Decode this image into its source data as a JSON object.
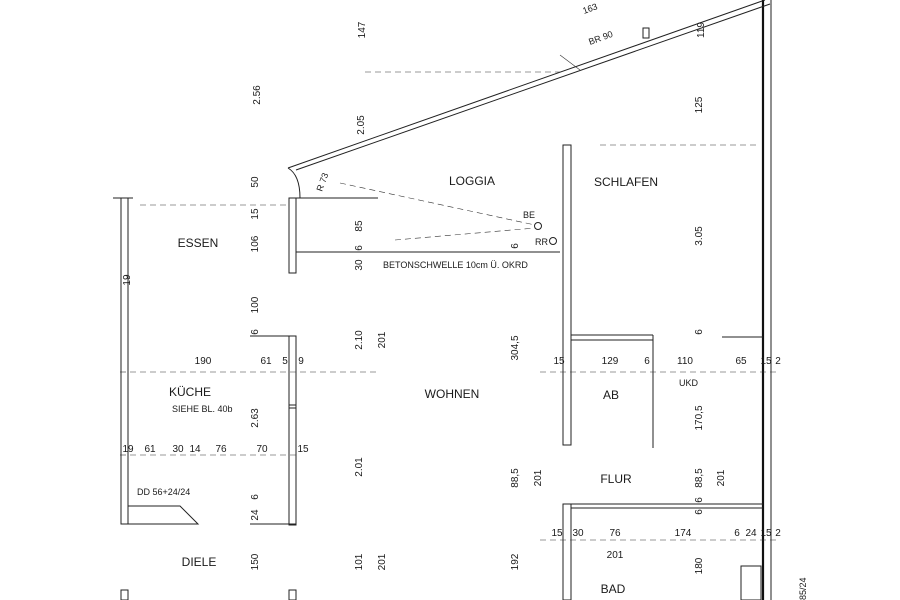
{
  "rooms": {
    "essen": "ESSEN",
    "loggia": "LOGGIA",
    "schlafen": "SCHLAFEN",
    "kueche": "KÜCHE",
    "kueche_note": "SIEHE BL. 40b",
    "wohnen": "WOHNEN",
    "ab": "AB",
    "flur": "FLUR",
    "diele": "DIELE",
    "bad": "BAD"
  },
  "annotations": {
    "betonschwelle": "BETONSCHWELLE 10cm Ü. OKRD",
    "radius_73": "R 73",
    "br_90": "BR 90",
    "be": "BE",
    "rr": "RR",
    "ukd": "UKD",
    "door_dd": "DD 56+24/24",
    "side_85_24": "85/24"
  },
  "dimensions": {
    "d147": "147",
    "d163": "163",
    "d119": "119",
    "d256": "2.56",
    "d205": "2.05",
    "d125": "125",
    "d50": "50",
    "d15a": "15",
    "d106": "106",
    "d85": "85",
    "d6a": "6",
    "d30a": "30",
    "d6b": "6",
    "d305": "3.05",
    "d19a": "19",
    "d100": "100",
    "d6c": "6",
    "d210": "2.10",
    "d201a": "201",
    "d6d": "6",
    "d3045": "304,5",
    "d190": "190",
    "d61a": "61",
    "d5": "5",
    "d9": "9",
    "d15b": "15",
    "d129": "129",
    "d6e": "6",
    "d110": "110",
    "d65": "65",
    "d15c": "15",
    "d2a": "2",
    "d263": "2.63",
    "d1705": "170,5",
    "d19b": "19",
    "d61b": "61",
    "d30b": "30",
    "d14": "14",
    "d76a": "76",
    "d70": "70",
    "d15d": "15",
    "d201b": "2.01",
    "d885a": "88,5",
    "d201c": "201",
    "d885b": "88,5",
    "d201d": "201",
    "d6f": "6",
    "d24a": "24",
    "d6g": "6",
    "d6h": "6",
    "d15e": "15",
    "d30c": "30",
    "d76b": "76",
    "d174": "174",
    "d6i": "6",
    "d24b": "24",
    "d15f": "15",
    "d2b": "2",
    "d201e": "201",
    "d150": "150",
    "d101": "101",
    "d201f": "201",
    "d192": "192",
    "d180": "180"
  }
}
